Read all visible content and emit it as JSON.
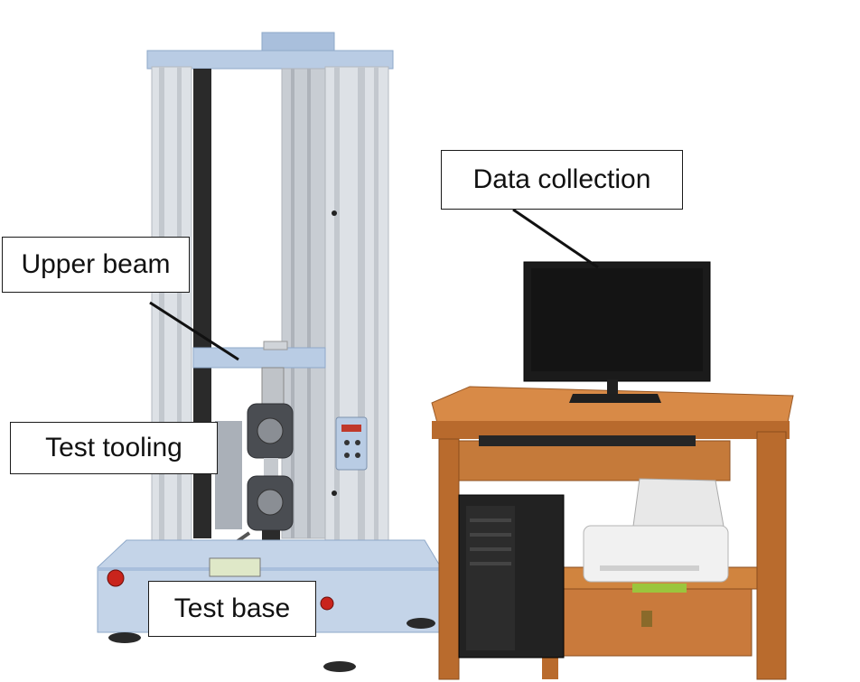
{
  "labels": {
    "data_collection": "Data collection",
    "upper_beam": "Upper beam",
    "test_tooling": "Test tooling",
    "test_base": "Test base"
  },
  "colors": {
    "frame": "#b9cce4",
    "frame_dark": "#8ea8c9",
    "column": "#d9dde3",
    "screw": "#2a2a2a",
    "desk": "#c97a3c",
    "desk_dark": "#a35a24",
    "monitor": "#1b1b1b",
    "tower": "#222222",
    "printer": "#eeeeee"
  }
}
